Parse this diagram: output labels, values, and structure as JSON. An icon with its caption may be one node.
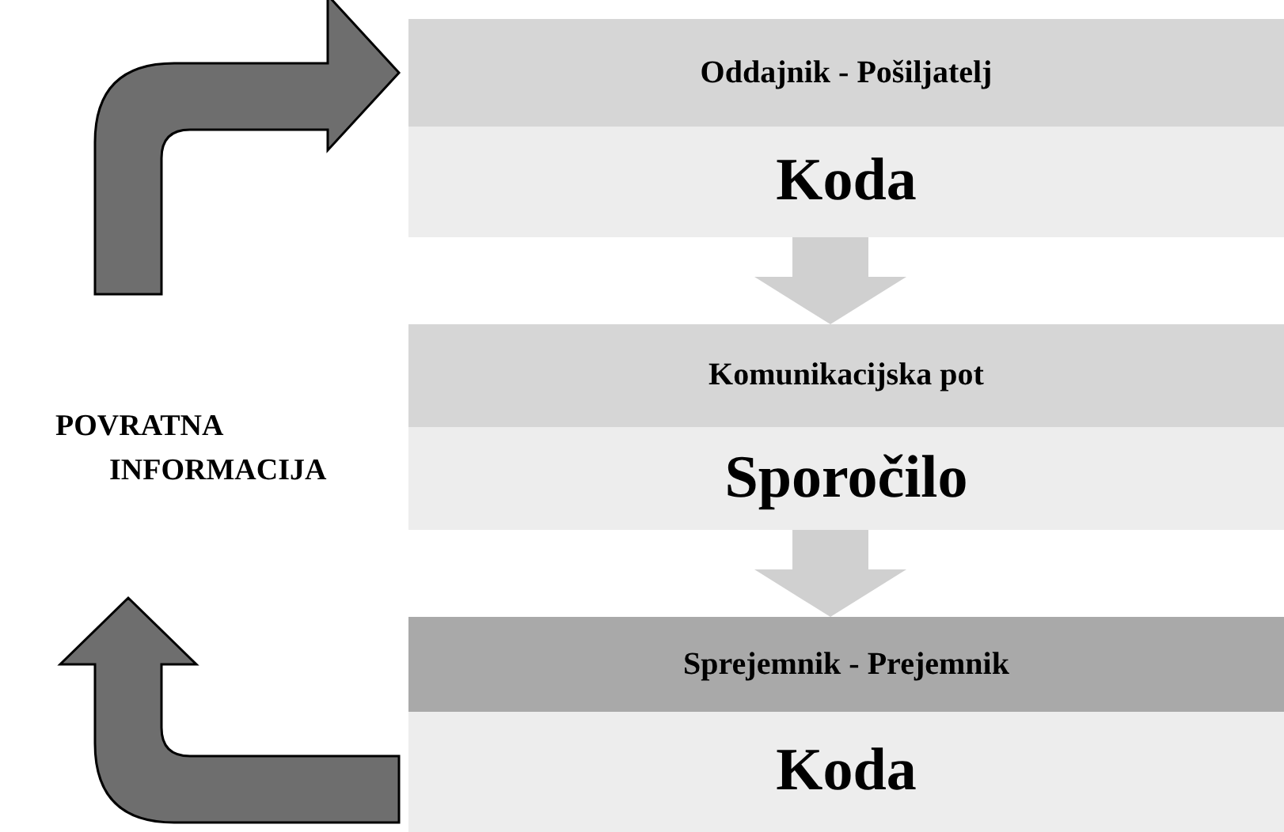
{
  "diagram": {
    "nodes": [
      {
        "text": [
          "Oddajnik - Pošiljatelj"
        ]
      },
      {
        "text": [
          "Koda"
        ]
      },
      {
        "text": [
          "Komunikacijska pot"
        ]
      },
      {
        "text": [
          "Sporočilo"
        ]
      },
      {
        "text": [
          "Sprejemnik - Prejemnik"
        ]
      },
      {
        "text": [
          "Koda"
        ]
      },
      {
        "text": [
          "POVRATNA INFORMACIJA"
        ]
      }
    ],
    "edges": [
      {
        "from": 1,
        "to": 2,
        "arrow": "to",
        "style": "thick"
      },
      {
        "from": 3,
        "to": 4,
        "arrow": "to",
        "style": "thick"
      },
      {
        "from": 5,
        "to": 6,
        "arrow": "to",
        "style": "thick",
        "color": "#6e6e6e"
      },
      {
        "from": 6,
        "to": 0,
        "arrow": "to",
        "style": "thick",
        "color": "#6e6e6e"
      }
    ]
  }
}
